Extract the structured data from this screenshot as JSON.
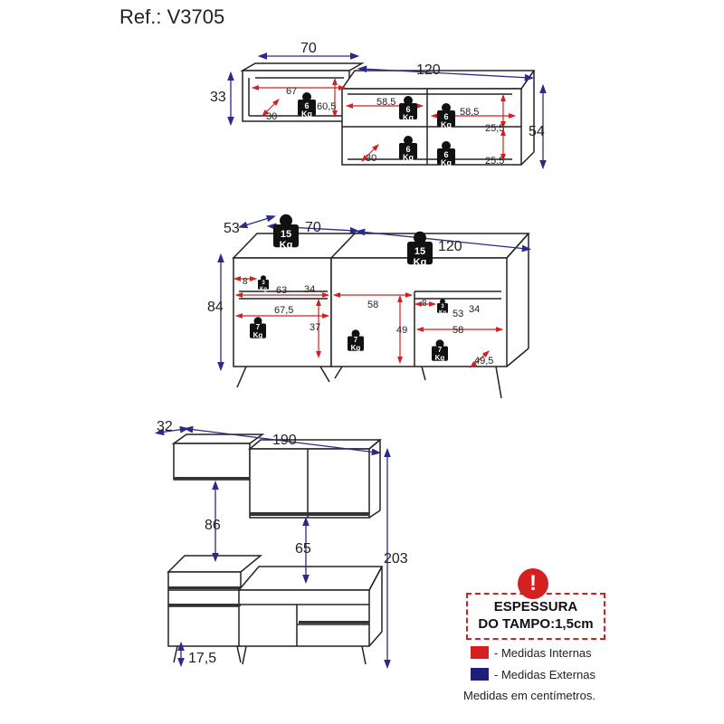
{
  "ref": "Ref.: V3705",
  "top_unit": {
    "dims": {
      "w_left": "70",
      "w_right": "120",
      "h_left": "33",
      "h_right": "54"
    },
    "internal": {
      "a": "67",
      "b": "60,5",
      "c": "30",
      "d": "58,5",
      "e": "58,5",
      "f": "25,5",
      "g": "30",
      "h": "25,5"
    },
    "loads": [
      "6",
      "6",
      "6",
      "6",
      "6"
    ],
    "load_unit": "Kg"
  },
  "mid_unit": {
    "dims": {
      "depth": "53",
      "w_left": "70",
      "w_right": "120",
      "height": "84"
    },
    "internal": {
      "a": "8",
      "b": "63",
      "c": "34",
      "d": "67,5",
      "e": "37",
      "f": "58",
      "g": "49",
      "h": "8",
      "i": "53",
      "j": "34",
      "k": "58",
      "l": "49,5"
    },
    "top_loads": [
      "15",
      "15"
    ],
    "shelf_loads": [
      "3",
      "3"
    ],
    "floor_loads": [
      "7",
      "7",
      "7"
    ],
    "load_unit": "Kg"
  },
  "bottom_unit": {
    "dims": {
      "depth": "32",
      "width": "190",
      "gap": "86",
      "gap_right": "65",
      "total_height": "203",
      "leg": "17,5"
    }
  },
  "notice": {
    "line1": "ESPESSURA",
    "line2": "DO TAMPO:1,5cm"
  },
  "legend": [
    {
      "label": "- Medidas Internas",
      "color": "#d42020"
    },
    {
      "label": "- Medidas Externas",
      "color": "#1f1f7a"
    }
  ],
  "footnote": "Medidas em centímetros.",
  "colors": {
    "internal": "#d42020",
    "external": "#2a2a8a",
    "line": "#222222"
  }
}
